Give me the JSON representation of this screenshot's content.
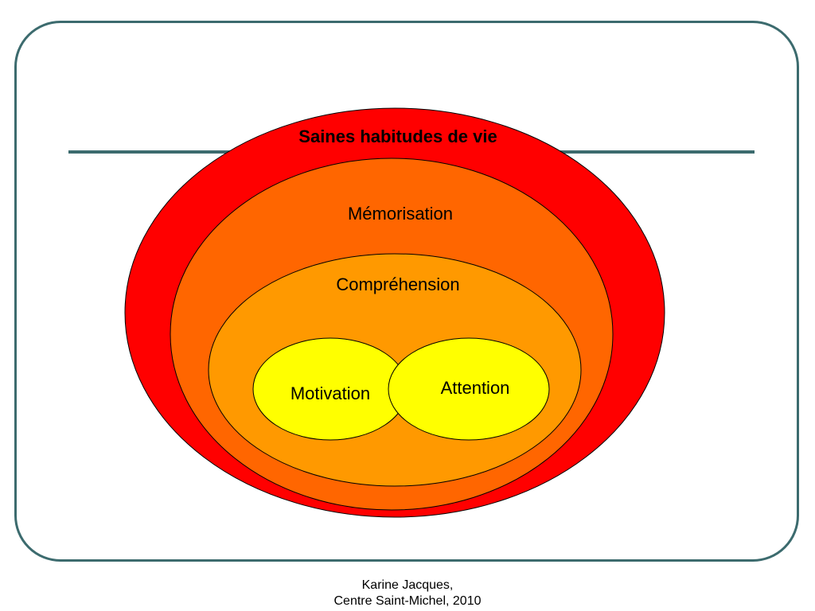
{
  "diagram": {
    "outer_label": "Saines habitudes de vie",
    "ring2_label": "Mémorisation",
    "ring3_label": "Compréhension",
    "inner_left_label": "Motivation",
    "inner_right_label": "Attention"
  },
  "footer": {
    "line1": "Karine Jacques,",
    "line2": "Centre Saint-Michel, 2010"
  },
  "colors": {
    "frame": "#3c6b6e",
    "outer": "#ff0000",
    "ring2": "#ff6600",
    "ring3": "#ff9900",
    "inner": "#ffff00"
  }
}
